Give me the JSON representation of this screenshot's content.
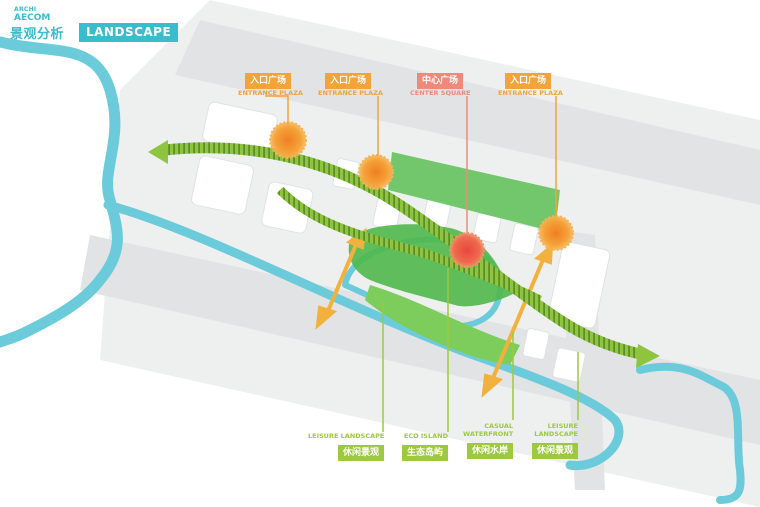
{
  "header": {
    "brand_small": "ARCHI",
    "brand": "AECOM",
    "title_zh": "景观分析",
    "title_en": "LANDSCAPE"
  },
  "top_labels": [
    {
      "zh": "入口广场",
      "en": "ENTRANCE PLAZA",
      "type": "entrance"
    },
    {
      "zh": "入口广场",
      "en": "ENTRANCE PLAZA",
      "type": "entrance"
    },
    {
      "zh": "中心广场",
      "en": "CENTER SQUARE",
      "type": "center"
    },
    {
      "zh": "入口广场",
      "en": "ENTRANCE PLAZA",
      "type": "entrance"
    }
  ],
  "bottom_labels": [
    {
      "en": "LEISURE LANDSCAPE",
      "zh": "休闲景观"
    },
    {
      "en": "ECO ISLAND",
      "zh": "生态岛屿"
    },
    {
      "en": "CASUAL WATERFRONT",
      "zh": "休闲水岸"
    },
    {
      "en": "LEISURE LANDSCAPE",
      "zh": "休闲景观"
    }
  ],
  "colors": {
    "water": "#6ccbdb",
    "road": "#e3e5e6",
    "building": "#ffffff",
    "green": "#5cbf55",
    "entrance": "#f4a23a",
    "center": "#ea5a4d",
    "axis_main": "#8fc43f",
    "axis_secondary": "#f2b13c"
  }
}
